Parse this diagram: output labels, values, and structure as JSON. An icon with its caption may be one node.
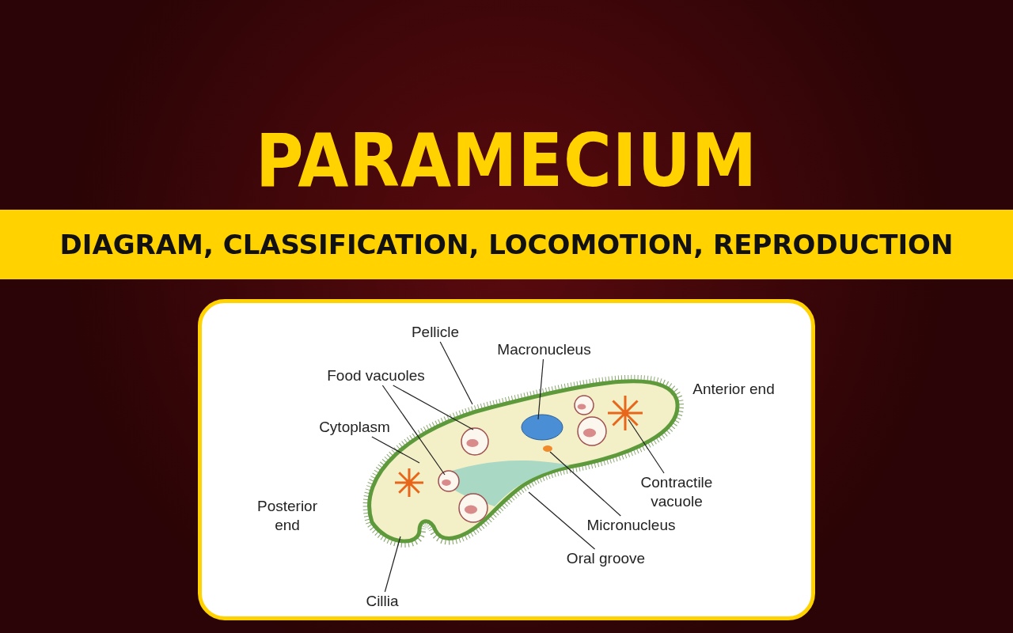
{
  "diagram": {
    "title": "PARAMECIUM",
    "nodes": [
      {
        "text": [
          "Pellicle"
        ]
      },
      {
        "text": [
          "Food vacuoles"
        ]
      },
      {
        "text": [
          "Macronucleus"
        ]
      },
      {
        "text": [
          "Cytoplasm"
        ]
      },
      {
        "text": [
          "Contractile vacuole"
        ]
      },
      {
        "text": [
          "Micronucleus"
        ]
      },
      {
        "text": [
          "Oral groove"
        ]
      },
      {
        "text": [
          "Cillia"
        ]
      }
    ],
    "edges": [
      {
        "from": 0,
        "to": null,
        "arrow": "none"
      },
      {
        "from": 1,
        "to": null,
        "arrow": "none"
      },
      {
        "from": 1,
        "to": null,
        "arrow": "none"
      },
      {
        "from": 2,
        "to": null,
        "arrow": "none"
      },
      {
        "from": 3,
        "to": null,
        "arrow": "none"
      },
      {
        "from": 4,
        "to": null,
        "arrow": "none"
      },
      {
        "from": 5,
        "to": null,
        "arrow": "none"
      },
      {
        "from": 6,
        "to": null,
        "arrow": "none"
      },
      {
        "from": 7,
        "to": null,
        "arrow": "none"
      }
    ],
    "labels": [
      "DIAGRAM, CLASSIFICATION, LOCOMOTION, REPRODUCTION",
      "Anterior end",
      "Posterior end"
    ]
  }
}
